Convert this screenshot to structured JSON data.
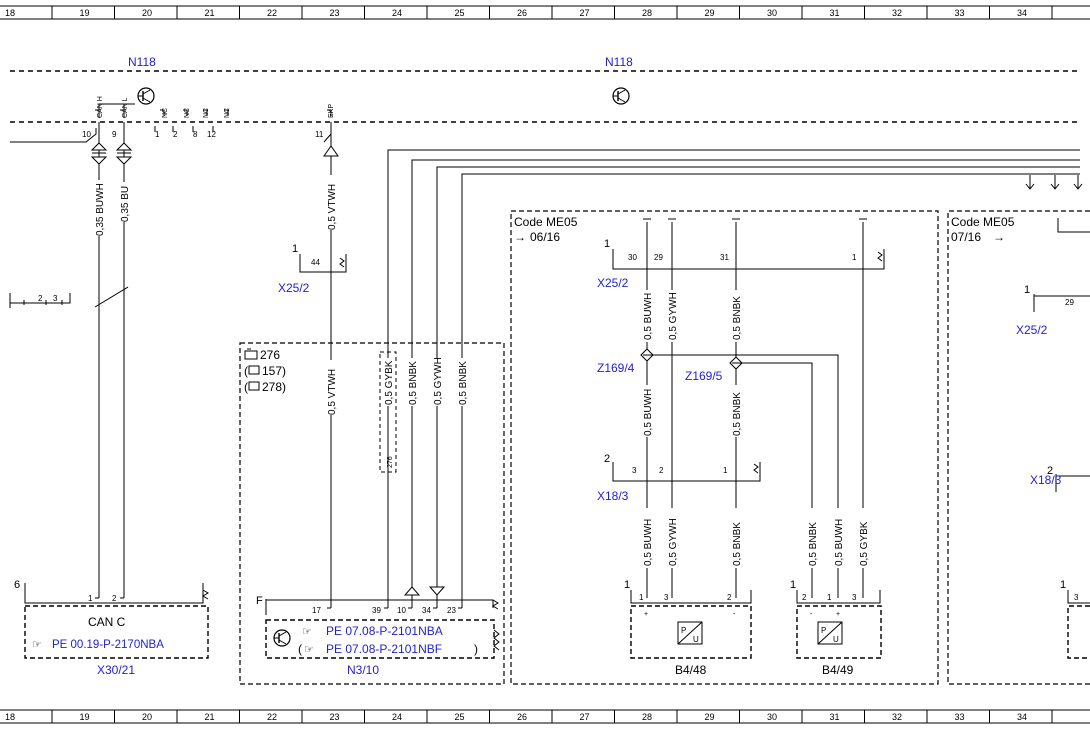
{
  "ruler": {
    "ticks": [
      "18",
      "19",
      "20",
      "21",
      "22",
      "23",
      "24",
      "25",
      "26",
      "27",
      "28",
      "29",
      "30",
      "31",
      "32",
      "33",
      "34"
    ]
  },
  "nodes": {
    "n118_left": "N118",
    "n118_right": "N118",
    "x25_2_a": "X25/2",
    "x25_2_b": "X25/2",
    "x25_2_c": "X25/2",
    "x18_3_a": "X18/3",
    "x18_3_b": "X18/3",
    "z169_4": "Z169/4",
    "z169_5": "Z169/5",
    "x30_21": "X30/21",
    "n3_10": "N3/10",
    "b4_48": "B4/48",
    "b4_49": "B4/49"
  },
  "n118_pins": {
    "can_h": "CAN H",
    "can_l": "CAN L",
    "nc": "NC",
    "ekp": "EKP",
    "nums": [
      "10",
      "9",
      "1",
      "2",
      "8",
      "12",
      "11"
    ]
  },
  "wires": {
    "buwh_035": "0,35 BUWH",
    "bu_035": "0,35 BU",
    "vtwh_a": "0,5 VTWH",
    "vtwh_b": "0,5 VTWH",
    "gybk_a": "0,5 GYBK",
    "bnbk_a": "0,5 BNBK",
    "gywh_a": "0,5 GYWH",
    "bnbk_b": "0,5 BNBK",
    "buwh_1": "0,5 BUWH",
    "gywh_1": "0,5 GYWH",
    "bnbk_1": "0,5 BNBK",
    "buwh_2": "0,5 BUWH",
    "bnbk_2": "0,5 BNBK",
    "buwh_3": "0,5 BUWH",
    "gywh_3": "0,5 GYWH",
    "bnbk_3": "0,5 BNBK",
    "bnbk_4": "0,5 BNBK",
    "buwh_4": "0,5 BUWH",
    "gybk_4": "0,5 GYBK"
  },
  "codes": {
    "me05_left": "Code ME05",
    "me05_left_range": "06/16",
    "me05_right": "Code ME05",
    "me05_right_range": "07/16",
    "eng_276": "276",
    "eng_157": "157)",
    "eng_278": "278)",
    "eng_276_small": "276"
  },
  "can_c": {
    "title": "CAN C",
    "ref": "PE 00.19-P-2170NBA",
    "num": "6"
  },
  "n3_10_box": {
    "letter": "F",
    "ref1": "PE 07.08-P-2101NBA",
    "ref2": "PE 07.08-P-2101NBF",
    "close": ")"
  },
  "pins": {
    "x25_2_a_num": "1",
    "x25_2_a_pin": "44",
    "x25_2_b_num": "1",
    "x25_2_b_pins": [
      "30",
      "29",
      "31",
      "1"
    ],
    "x25_2_c_num": "1",
    "x25_2_c_pin": "29",
    "x18_3_a_num": "2",
    "x18_3_a_pins": [
      "3",
      "2",
      "1"
    ],
    "x18_3_b_num": "2",
    "left_conn": [
      "2",
      "3"
    ],
    "n3_10_pins": [
      "17",
      "39",
      "10",
      "34",
      "23"
    ],
    "can_c_pins": [
      "1",
      "2"
    ],
    "b4_48_num": "1",
    "b4_48_pins": [
      "1",
      "3",
      "2"
    ],
    "b4_48_signs": [
      "+",
      "-"
    ],
    "b4_49_num": "1",
    "b4_49_pins": [
      "2",
      "1",
      "3"
    ],
    "b4_49_signs": [
      "-",
      "+"
    ],
    "right_edge_num": "1",
    "right_edge_pin": "3"
  }
}
